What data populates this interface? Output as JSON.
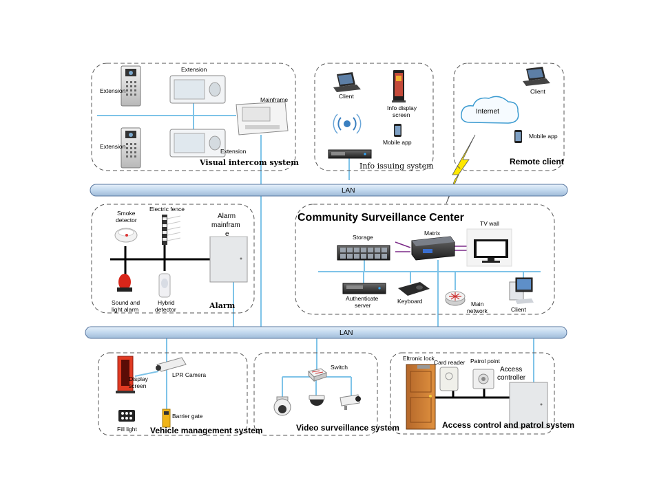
{
  "lan_labels": [
    "LAN",
    "LAN"
  ],
  "zones": {
    "intercom": {
      "title": "Visual intercom system",
      "extension_1": "Extension",
      "extension_2": "Extension",
      "extension_3": "Extension",
      "extension_4": "Extension",
      "mainframe": "Mainframe"
    },
    "info": {
      "title": "Info issuing system",
      "client": "Client",
      "display_line1": "Info display",
      "display_line2": "screen",
      "mobile_app": "Mobile app"
    },
    "remote": {
      "title": "Remote client",
      "internet": "Internet",
      "client": "Client",
      "mobile_app": "Mobile app"
    },
    "alarm": {
      "title": "Alarm",
      "smoke_line1": "Smoke",
      "smoke_line2": "detector",
      "fence": "Electric fence",
      "mainframe_line1": "Alarm",
      "mainframe_line2": "mainfram",
      "mainframe_line3": "e",
      "sound_line1": "Sound and",
      "sound_line2": "light alarm",
      "hybrid_line1": "Hybrid",
      "hybrid_line2": "detector"
    },
    "center": {
      "title": "Community Surveillance Center",
      "storage": "Storage",
      "matrix": "Matrix",
      "tv_wall": "TV wall",
      "auth_line1": "Authenticate",
      "auth_line2": "server",
      "keyboard": "Keyboard",
      "network_line1": "Main",
      "network_line2": "network",
      "client": "Client"
    },
    "vehicle": {
      "title": "Vehicle management system",
      "display_line1": "Display",
      "display_line2": "screen",
      "lpr": "LPR Camera",
      "fill_light": "Fill light",
      "barrier": "Barrier gate"
    },
    "video": {
      "title": "Video surveillance system",
      "switch": "Switch"
    },
    "access": {
      "title": "Access control and patrol system",
      "lock": "Eltronic lock",
      "reader": "Card reader",
      "patrol": "Patrol point",
      "controller_line1": "Access",
      "controller_line2": "controller"
    }
  },
  "icons": [
    "door-phone-icon",
    "intercom-extension-icon",
    "mainframe-icon",
    "laptop-icon",
    "kiosk-display-icon",
    "wireless-broadcast-icon",
    "mobile-phone-icon",
    "rack-server-icon",
    "cloud-icon",
    "lightning-icon",
    "smoke-detector-icon",
    "electric-fence-icon",
    "alarm-cabinet-icon",
    "siren-icon",
    "hybrid-detector-icon",
    "storage-array-icon",
    "matrix-icon",
    "monitor-icon",
    "keyboard-icon",
    "router-icon",
    "desktop-pc-icon",
    "traffic-display-icon",
    "lpr-camera-icon",
    "fill-light-icon",
    "barrier-gate-icon",
    "network-switch-icon",
    "ptz-camera-icon",
    "dome-camera-icon",
    "bullet-camera-icon",
    "door-icon",
    "card-reader-icon",
    "patrol-point-icon",
    "access-controller-icon"
  ],
  "colors": {
    "wire": "#7ec3e8",
    "lan_fill": "#c8dcf0",
    "lightning": "#ffe800"
  }
}
